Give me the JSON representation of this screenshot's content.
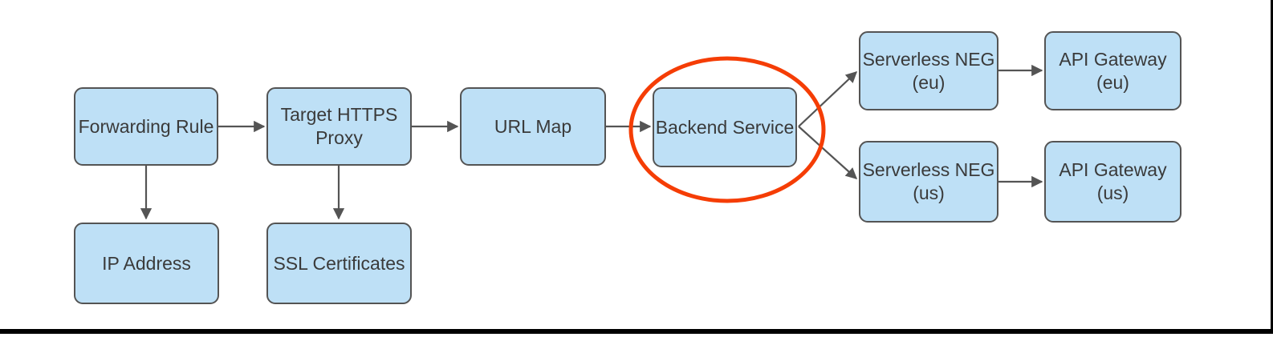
{
  "style": {
    "node_fill": "#BEE0F6",
    "node_border": "#545454",
    "text_color": "#3A3A3A",
    "arrow_color": "#545454",
    "highlight_color": "#F53D05",
    "frame_color": "#000000",
    "background": "#FFFFFF"
  },
  "nodes": [
    {
      "id": "forwarding-rule",
      "lines": [
        "Forwarding Rule"
      ]
    },
    {
      "id": "target-https-proxy",
      "lines": [
        "Target HTTPS",
        "Proxy"
      ]
    },
    {
      "id": "url-map",
      "lines": [
        "URL Map"
      ]
    },
    {
      "id": "backend-service",
      "lines": [
        "Backend Service"
      ]
    },
    {
      "id": "serverless-neg-eu",
      "lines": [
        "Serverless NEG",
        "(eu)"
      ]
    },
    {
      "id": "api-gateway-eu",
      "lines": [
        "API Gateway",
        "(eu)"
      ]
    },
    {
      "id": "serverless-neg-us",
      "lines": [
        "Serverless NEG",
        "(us)"
      ]
    },
    {
      "id": "api-gateway-us",
      "lines": [
        "API Gateway",
        "(us)"
      ]
    },
    {
      "id": "ip-address",
      "lines": [
        "IP Address"
      ]
    },
    {
      "id": "ssl-certificates",
      "lines": [
        "SSL Certificates"
      ]
    }
  ],
  "edges": [
    {
      "from": "forwarding-rule",
      "to": "target-https-proxy"
    },
    {
      "from": "target-https-proxy",
      "to": "url-map"
    },
    {
      "from": "url-map",
      "to": "backend-service"
    },
    {
      "from": "backend-service",
      "to": "serverless-neg-eu"
    },
    {
      "from": "backend-service",
      "to": "serverless-neg-us"
    },
    {
      "from": "serverless-neg-eu",
      "to": "api-gateway-eu"
    },
    {
      "from": "serverless-neg-us",
      "to": "api-gateway-us"
    },
    {
      "from": "forwarding-rule",
      "to": "ip-address"
    },
    {
      "from": "target-https-proxy",
      "to": "ssl-certificates"
    }
  ],
  "annotation": {
    "shape": "ellipse",
    "around": "backend-service",
    "color": "#F53D05"
  }
}
